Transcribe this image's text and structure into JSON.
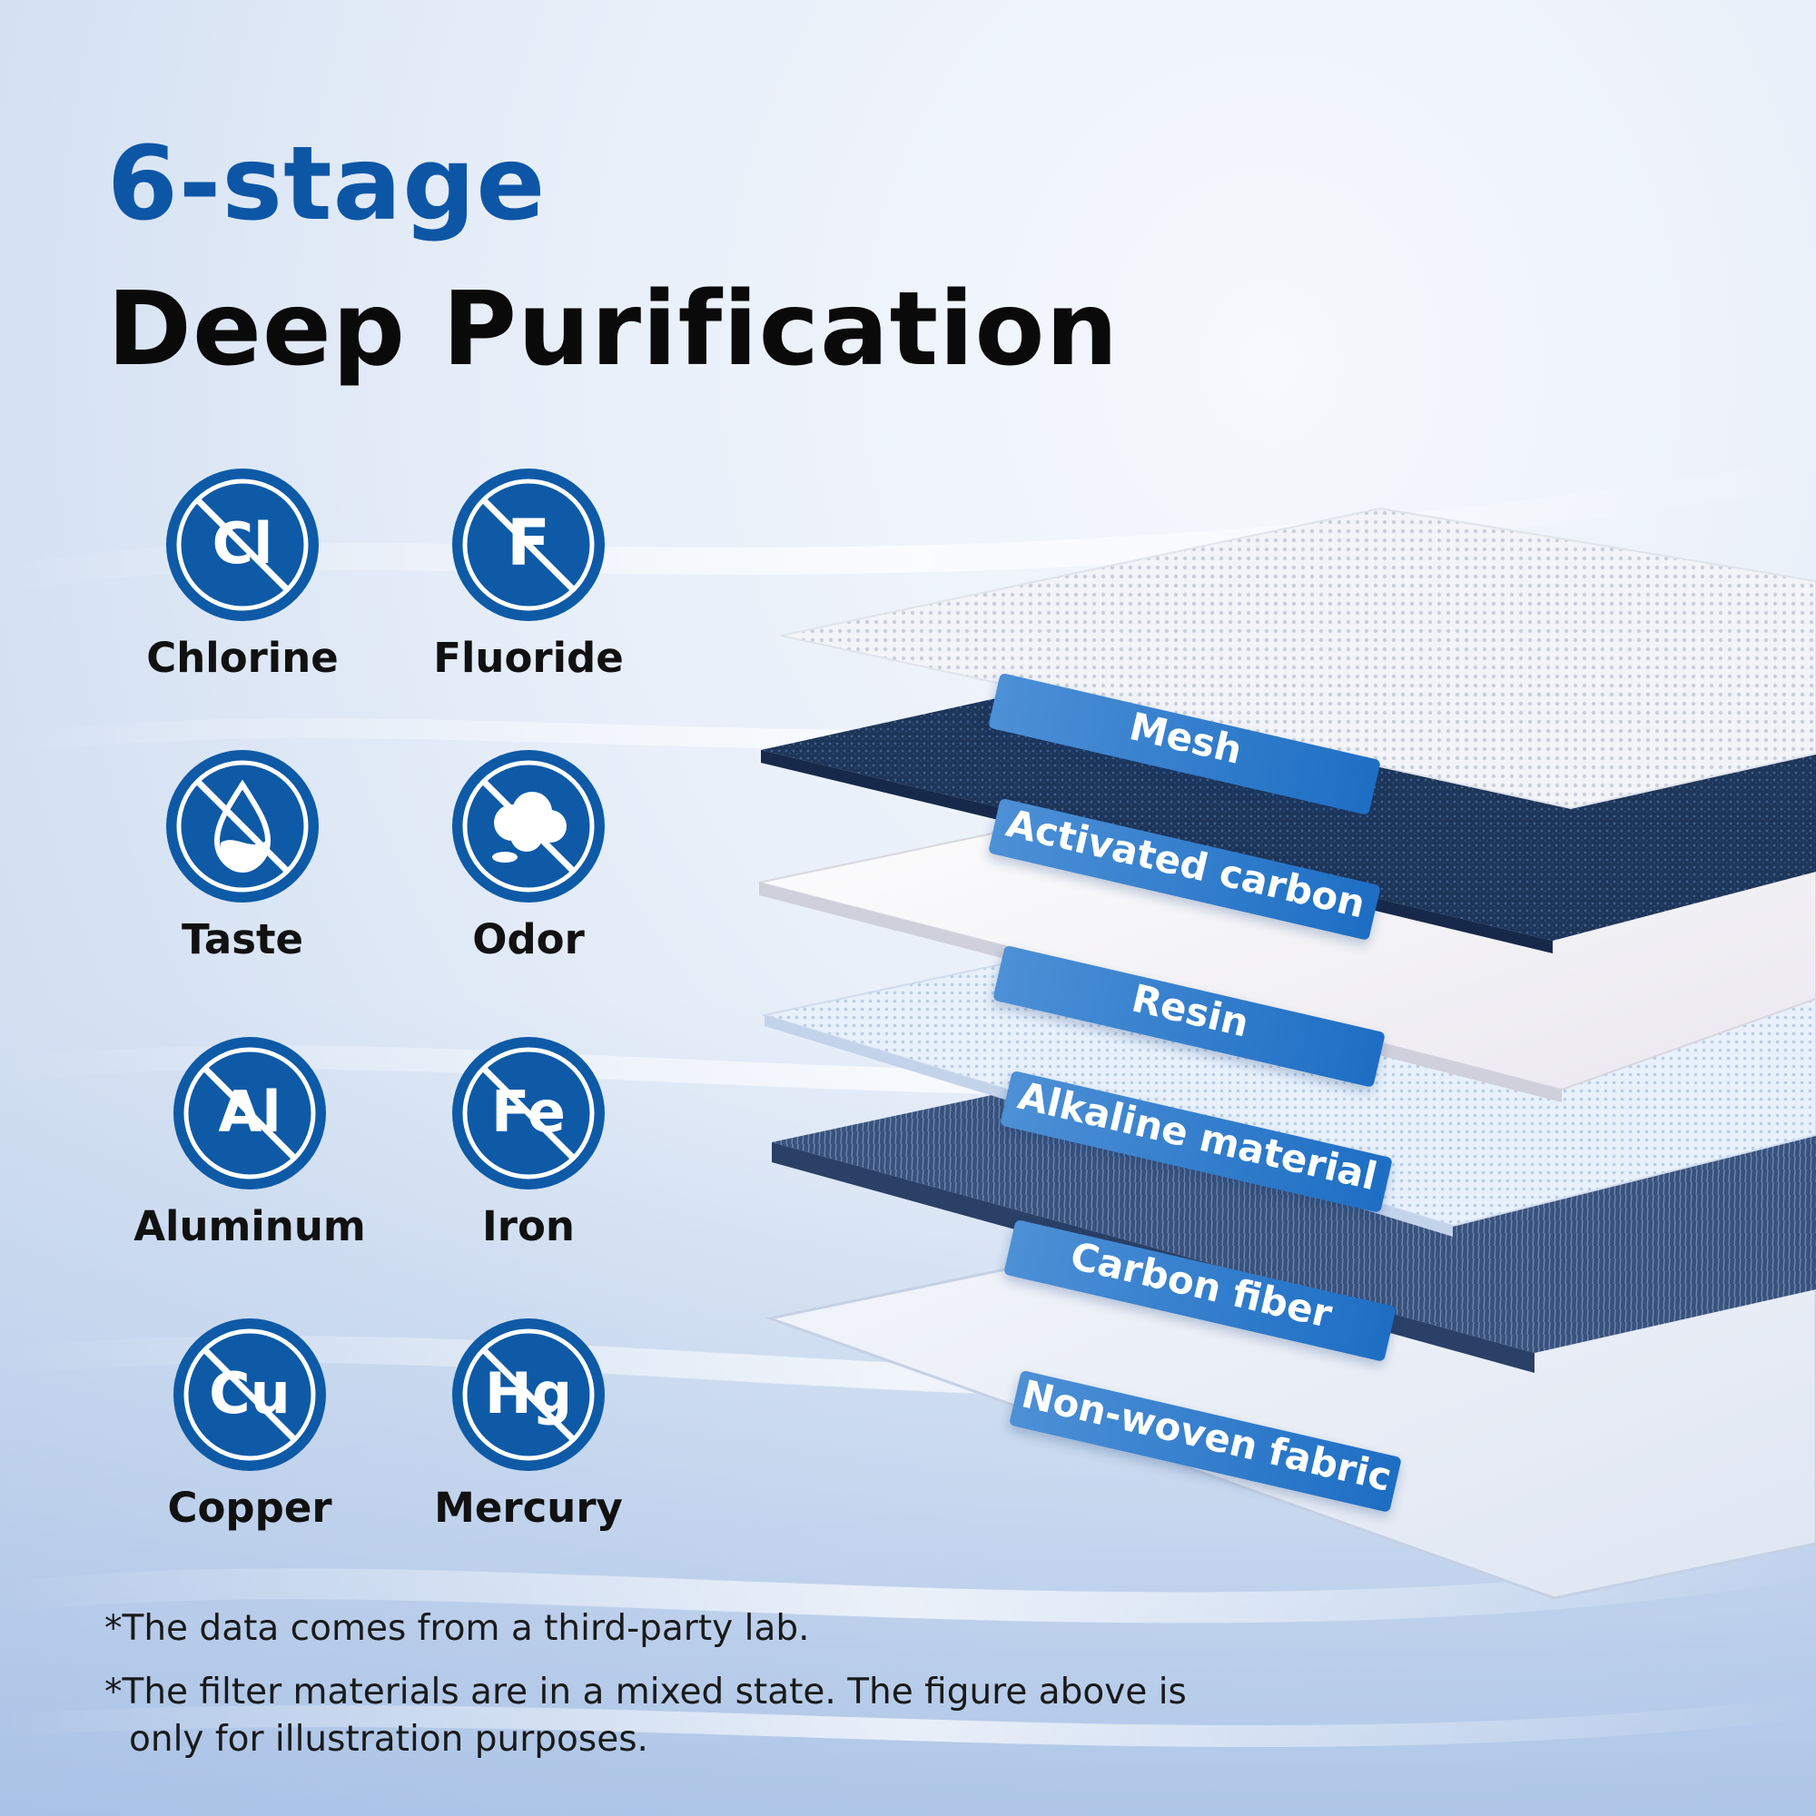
{
  "title": {
    "line1": "6-stage",
    "line2": "Deep Purification"
  },
  "colors": {
    "accent_blue": "#0d56a6",
    "tag_blue": "#1d6ec4",
    "badge_blue": "#0e5aa7"
  },
  "contaminants": [
    {
      "symbol": "Cl",
      "label": "Chlorine",
      "icon": "chlorine-symbol-icon"
    },
    {
      "symbol": "F",
      "label": "Fluoride",
      "icon": "fluoride-symbol-icon"
    },
    {
      "symbol": "",
      "label": "Taste",
      "icon": "water-drop-icon"
    },
    {
      "symbol": "",
      "label": "Odor",
      "icon": "odor-cloud-icon"
    },
    {
      "symbol": "Al",
      "label": "Aluminum",
      "icon": "aluminum-symbol-icon"
    },
    {
      "symbol": "Fe",
      "label": "Iron",
      "icon": "iron-symbol-icon"
    },
    {
      "symbol": "Cu",
      "label": "Copper",
      "icon": "copper-symbol-icon"
    },
    {
      "symbol": "Hg",
      "label": "Mercury",
      "icon": "mercury-symbol-icon"
    }
  ],
  "layers": [
    {
      "label": "Mesh"
    },
    {
      "label": "Activated carbon"
    },
    {
      "label": "Resin"
    },
    {
      "label": "Alkaline material"
    },
    {
      "label": "Carbon fiber"
    },
    {
      "label": "Non-woven fabric"
    }
  ],
  "notes": {
    "note1": "*The data comes from a third-party lab.",
    "note2_line1": "*The filter materials are in a mixed state. The figure above is",
    "note2_line2": "only for illustration purposes."
  }
}
